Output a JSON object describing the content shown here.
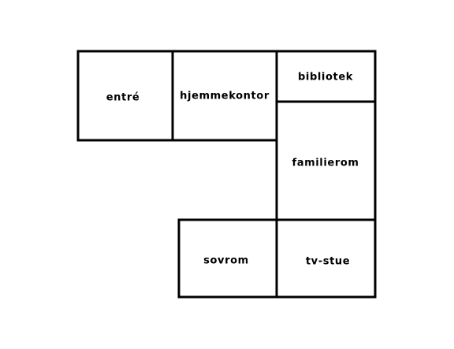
{
  "floor_plan": {
    "rooms": [
      {
        "id": "entre",
        "label": "entré"
      },
      {
        "id": "hjemmekontor",
        "label": "hjemmekontor"
      },
      {
        "id": "bibliotek",
        "label": "bibliotek"
      },
      {
        "id": "familierom",
        "label": "familierom"
      },
      {
        "id": "sovrom",
        "label": "sovrom"
      },
      {
        "id": "tv-stue",
        "label": "tv-stue"
      }
    ]
  },
  "colors": {
    "wall": "#000000",
    "background": "#ffffff",
    "text": "#000000"
  }
}
